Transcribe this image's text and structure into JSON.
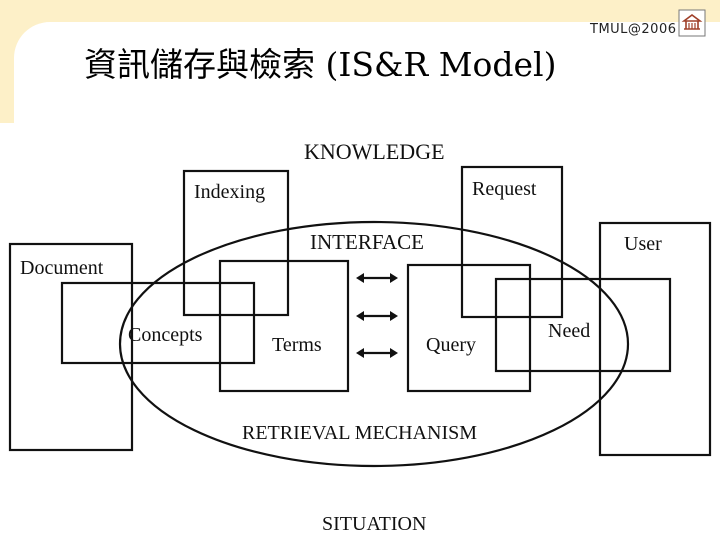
{
  "header": {
    "title": "資訊儲存與檢索 (IS&R Model)",
    "brand": "TMUL@2006",
    "logo_icon": "library-emblem-icon"
  },
  "diagram": {
    "labels": {
      "knowledge": "KNOWLEDGE",
      "indexing": "Indexing",
      "request": "Request",
      "interface": "INTERFACE",
      "user": "User",
      "document": "Document",
      "concepts": "Concepts",
      "terms": "Terms",
      "query": "Query",
      "need": "Need",
      "retrieval_mechanism": "RETRIEVAL MECHANISM",
      "situation": "SITUATION"
    },
    "line_color": "#111111"
  }
}
